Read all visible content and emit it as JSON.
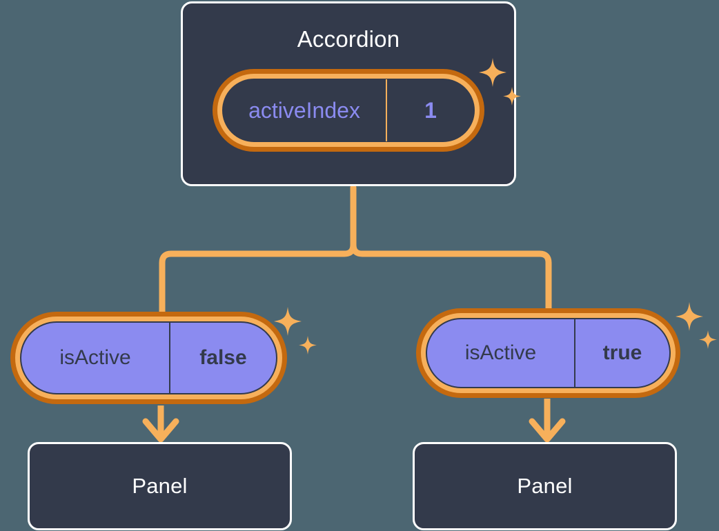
{
  "background_color": "#4c6672",
  "palette": {
    "box_fill": "#333a4b",
    "box_border": "#ffffff",
    "pill_outer_ring": "#c4690f",
    "pill_inner_ring": "#f7b05b",
    "state_fill": "#8b8bf0",
    "accent_text": "#8b8bf0",
    "connector": "#f7b05b",
    "sparkle": "#f7b05b"
  },
  "diagram": {
    "type": "component-state-tree",
    "root": {
      "title": "Accordion",
      "state": {
        "key": "activeIndex",
        "value": "1"
      }
    },
    "children": [
      {
        "prop": {
          "key": "isActive",
          "value": "false"
        },
        "component": {
          "title": "Panel"
        }
      },
      {
        "prop": {
          "key": "isActive",
          "value": "true"
        },
        "component": {
          "title": "Panel"
        }
      }
    ]
  },
  "icons": {
    "sparkle_large": "sparkle-4-point-large",
    "sparkle_small": "sparkle-4-point-small"
  }
}
